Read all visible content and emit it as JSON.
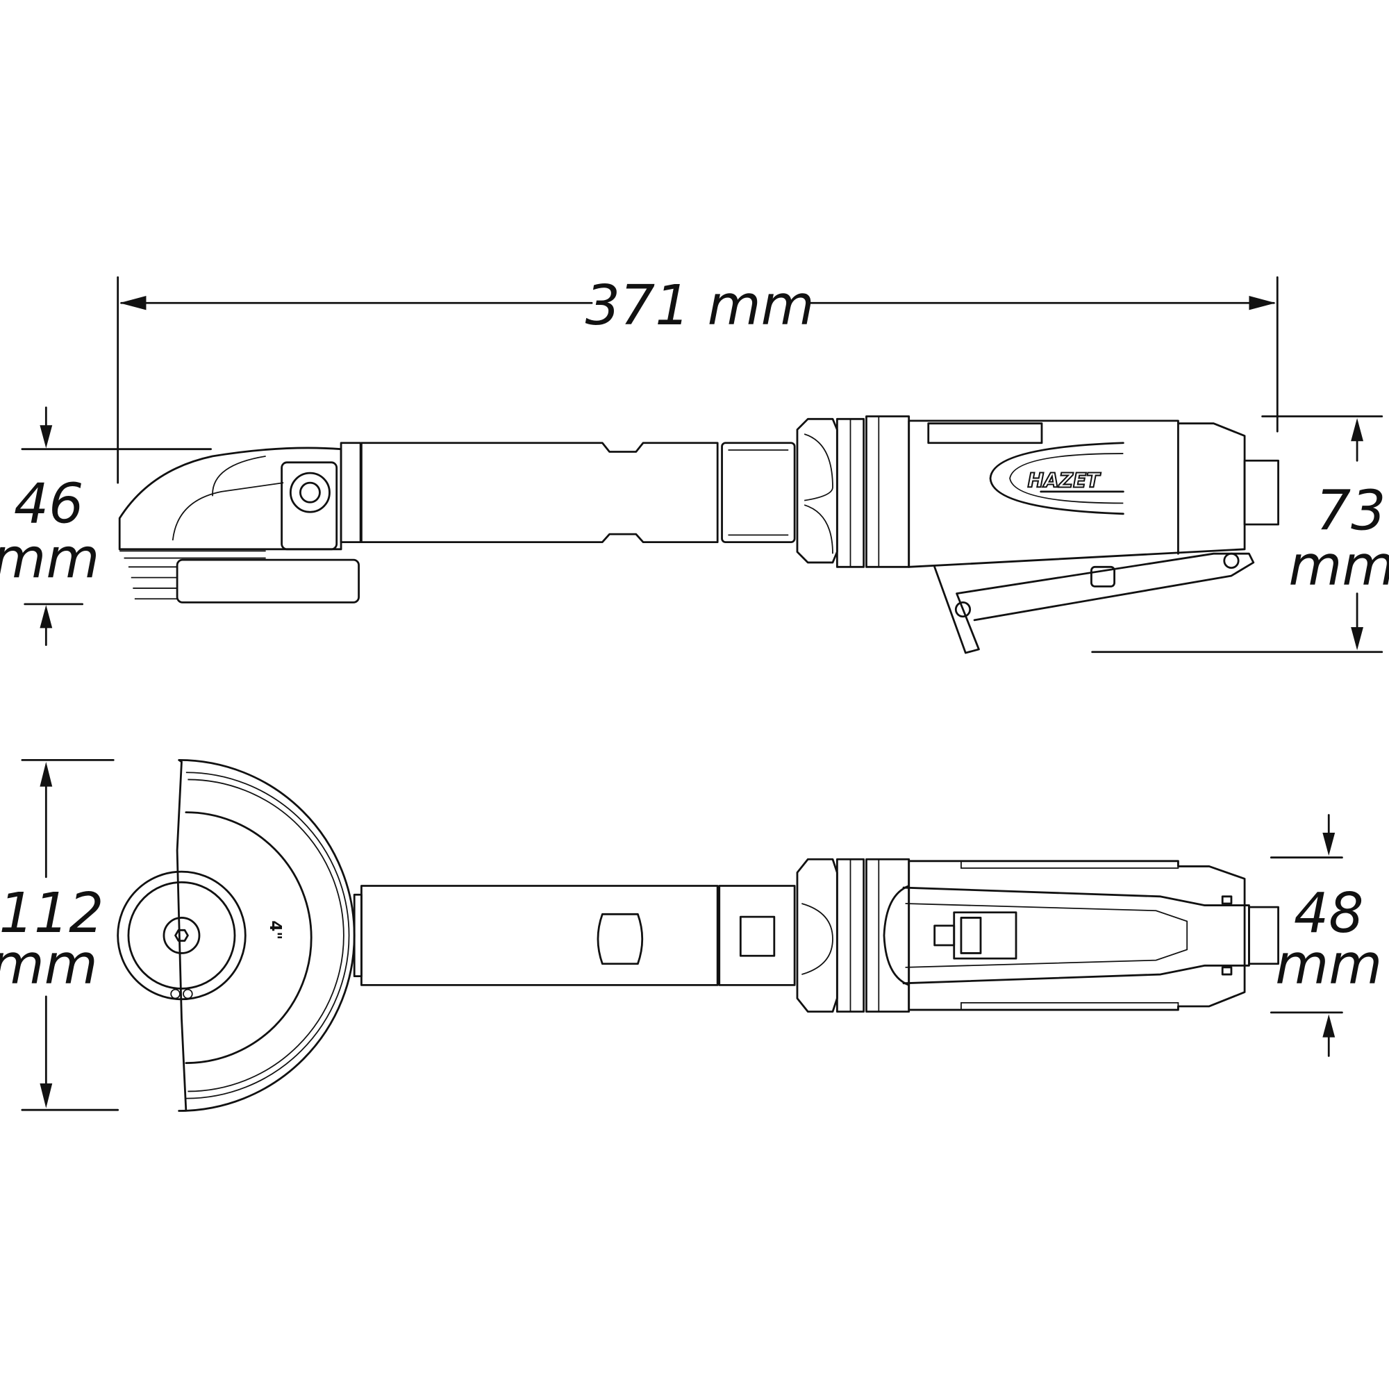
{
  "dimensions": {
    "length": "371 mm",
    "head_height_value": "46",
    "head_height_unit": "mm",
    "body_height_value": "73",
    "body_height_unit": "mm",
    "guard_width_value": "112",
    "guard_width_unit": "mm",
    "body_width_value": "48",
    "body_width_unit": "mm"
  },
  "labels": {
    "disc_size": "4\"",
    "brand_logo": "HAZET"
  }
}
